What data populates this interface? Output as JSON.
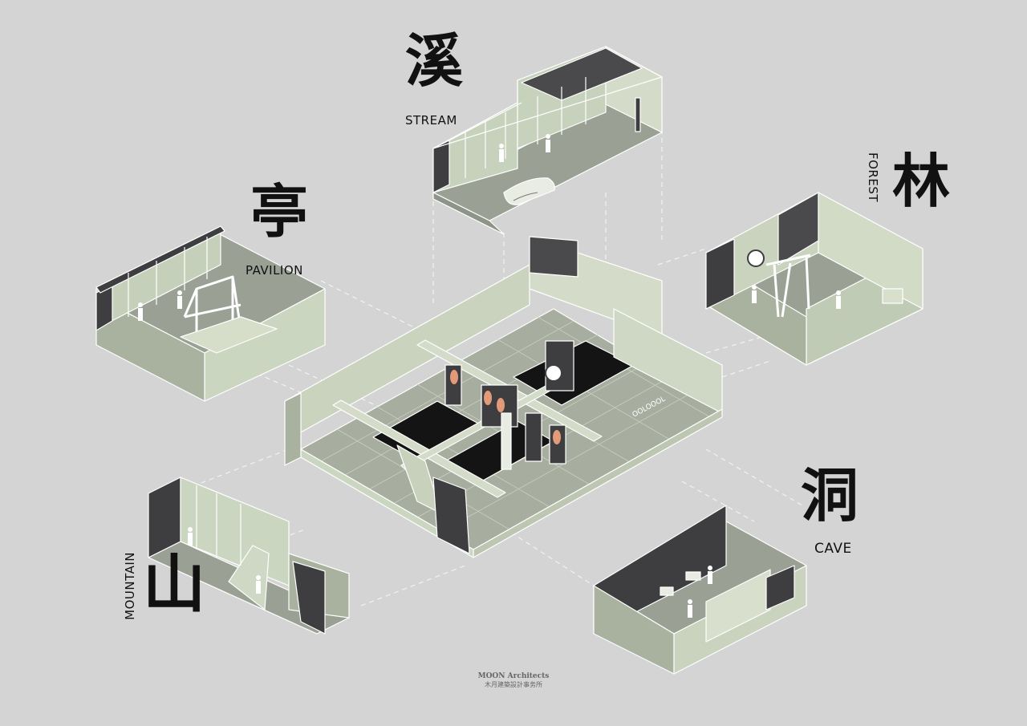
{
  "zones": {
    "stream": {
      "zh": "溪",
      "en": "STREAM"
    },
    "pavilion": {
      "zh": "亭",
      "en": "PAVILION"
    },
    "forest": {
      "zh": "林",
      "en": "FOREST"
    },
    "cave": {
      "zh": "洞",
      "en": "CAVE"
    },
    "mountain": {
      "zh": "山",
      "en": "MOUNTAIN"
    }
  },
  "credit": {
    "studio_en": "MOON Architects",
    "studio_zh": "木月建築設計事务所"
  },
  "central_sign": "OOLOOOL",
  "colors": {
    "background": "#d4d4d4",
    "wall_light": "#cbd6c0",
    "wall_mid": "#a8b29e",
    "floor": "#9aa194",
    "wall_dark": "#4a4a4c",
    "void": "#141414",
    "accent": "#e29a78",
    "line": "#ffffff",
    "guide": "#f2f2f2"
  }
}
